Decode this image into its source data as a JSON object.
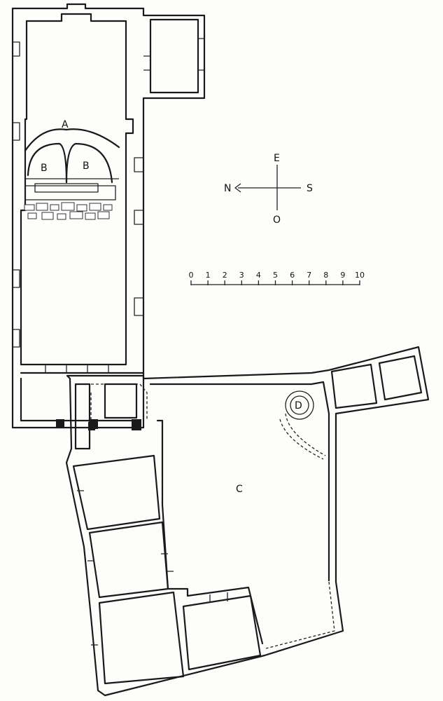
{
  "labels": {
    "vault": "A",
    "bay": "B",
    "courtyard": "C",
    "cistern": "D"
  },
  "compass": {
    "east": "E",
    "north": "N",
    "south": "S",
    "west": "O"
  },
  "scale": {
    "ticks": [
      "0",
      "1",
      "2",
      "3",
      "4",
      "5",
      "6",
      "7",
      "8",
      "9",
      "10"
    ]
  }
}
